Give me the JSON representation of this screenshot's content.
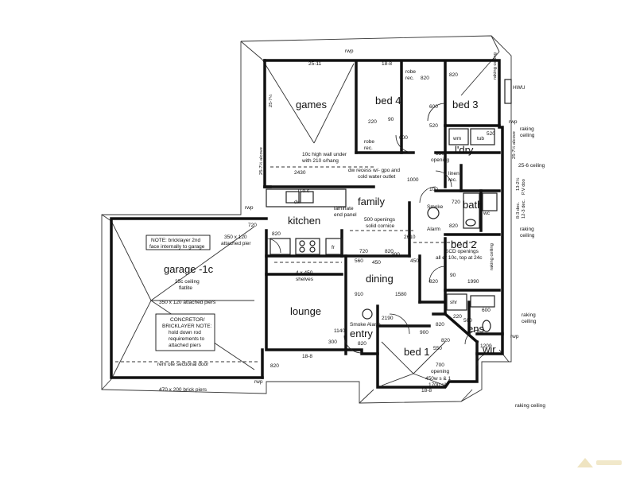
{
  "rooms": {
    "games": "games",
    "bed4": "bed 4",
    "bed3": "bed 3",
    "kitchen": "kitchen",
    "family": "family",
    "dining": "dining",
    "lounge": "lounge",
    "garage": "garage -1c",
    "bed2": "bed 2",
    "bed1": "bed 1",
    "entry": "entry",
    "ldry": "l'dry",
    "bath": "bath",
    "ens": "ens",
    "wir": "wir"
  },
  "labels": {
    "rwp": "rwp",
    "hwu": "HWU",
    "robe_rec_1": "robe",
    "robe_rec_1b": "rec.",
    "robe_rec_2": "robe",
    "robe_rec_2b": "rec.",
    "linen": "linen",
    "linen_b": "rec.",
    "wm": "wm",
    "tub": "tub",
    "shr": "shr",
    "wc": "wc",
    "fr": "fr",
    "dw": "dw",
    "raking_ceiling_1": "raking",
    "raking_ceiling_1b": "ceiling",
    "raking_ceiling_2": "raking",
    "raking_ceiling_2b": "ceiling",
    "raking_ceiling_3": "raking",
    "raking_ceiling_3b": "ceiling",
    "raking_ceiling_bottom": "raking ceiling",
    "raking_ceiling_top": "raking ceiling",
    "ceiling_25_6": "25-6 ceiling",
    "pv_doo": "13-2½",
    "pv_doo_b": "P.V doo",
    "dec_12_3": "12-3 dec.",
    "dec_8_3": "8-3 dec.",
    "alcove": "25-7½ alcove",
    "d2567": "25-7½",
    "smoke_alarm_1": "Smoke",
    "smoke_alarm_1b": "Alarm",
    "smoke_alarm_2": "Smoke Alarm",
    "note_brick_1": "NOTE: bricklayer 2nd",
    "note_brick_2": "face internally to garage",
    "attached_pier": "350 x 120",
    "attached_pier_b": "attached pier",
    "ceiling_plaster_1": "25c ceiling",
    "ceiling_plaster_2": "flatlite",
    "attached_piers_garage": "350 x 120 attached piers",
    "concretor_1": "CONCRETOR/",
    "concretor_2": "BRICKLAYER NOTE:",
    "concretor_3": "hold down rod",
    "concretor_4": "requirements to",
    "concretor_5": "attached piers",
    "sectional_door": "rem ote sectional door",
    "brick_piers": "470 x 200 brick piers",
    "wall_under_1": "10c high wall under",
    "wall_under_2": "with 210 o/hang",
    "dw_recess_1": "dw recess w/- gpo and",
    "dw_recess_2": "cold water outlet",
    "laminate_1": "laminate",
    "laminate_2": "end panel",
    "openings_family_1": "500 openings",
    "openings_family_2": "solid cornice",
    "openings_bed2_1": "SCD openings",
    "openings_bed2_2": "all er 10c, top at 24c",
    "shelves_1": "4 x 450",
    "shelves_2": "shelves",
    "opening_850": "850",
    "opening_850b": "opening",
    "opening_700": "700",
    "opening_700b": "opening",
    "window_450": "450w s & 1",
    "window_450b": "1700 sill",
    "uo": "u.o.c",
    "raking_ceil_r": "raking ceiling"
  },
  "dimensions": {
    "d1": "25-11",
    "d2": "18-8",
    "d3": "820",
    "d4": "820",
    "d5": "600",
    "d6": "220",
    "d7": "90",
    "d8": "520",
    "d9": "600",
    "d10": "520",
    "d11": "2430",
    "d12": "1000",
    "d13": "720",
    "d14": "820",
    "d15": "100",
    "d16": "720",
    "d17": "820",
    "d18": "2610",
    "d19": "720",
    "d20": "820",
    "d21": "820",
    "d22": "90",
    "d23": "1990",
    "d24": "300",
    "d25": "450",
    "d26": "450",
    "d27": "560",
    "d28": "910",
    "d29": "1580",
    "d30": "2190",
    "d31": "1140",
    "d32": "300",
    "d33": "820",
    "d34": "900",
    "d35": "18-8",
    "d36": "18-8",
    "d37": "820",
    "d38": "820",
    "d39": "1200",
    "d40": "600",
    "d41": "220",
    "d42": "500",
    "d43": "550",
    "d44": "820"
  }
}
